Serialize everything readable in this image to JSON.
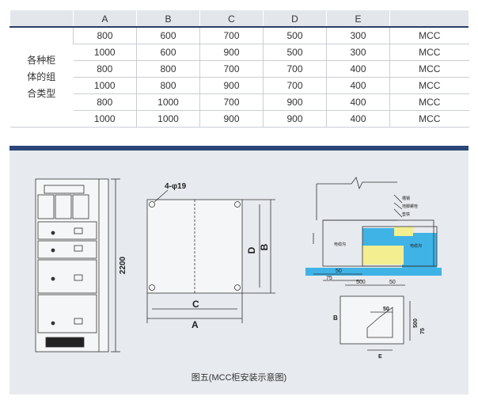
{
  "table": {
    "headers": [
      "",
      "A",
      "B",
      "C",
      "D",
      "E",
      ""
    ],
    "group_label_lines": [
      "各种柜",
      "体的组",
      "合类型"
    ],
    "rows": [
      [
        "800",
        "600",
        "700",
        "500",
        "300",
        "MCC"
      ],
      [
        "1000",
        "600",
        "900",
        "500",
        "300",
        "MCC"
      ],
      [
        "800",
        "800",
        "700",
        "700",
        "400",
        "MCC"
      ],
      [
        "1000",
        "800",
        "900",
        "700",
        "400",
        "MCC"
      ],
      [
        "800",
        "1000",
        "700",
        "900",
        "400",
        "MCC"
      ],
      [
        "1000",
        "1000",
        "900",
        "900",
        "400",
        "MCC"
      ]
    ]
  },
  "figure": {
    "caption": "图五(MCC柜安装示意图)",
    "front_view": {
      "height_label": "2200"
    },
    "base_view": {
      "hole_label": "4-φ19",
      "label_a": "A",
      "label_c": "C",
      "label_d": "D",
      "label_b": "B"
    },
    "section_view": {
      "dim_50_a": "50",
      "dim_75": "75",
      "dim_500": "500",
      "dim_50_b": "50",
      "tag_1": "槽钢",
      "tag_2": "地脚螺栓",
      "tag_3": "垫铁",
      "area_1": "电缆沟",
      "area_2": "电缆沟"
    },
    "detail_view": {
      "dim_50": "50",
      "dim_b": "B",
      "dim_500": "500",
      "dim_75": "75",
      "dim_e": "E"
    }
  },
  "colors": {
    "header_rule": "#2a3f66",
    "blue_bar": "#2b4677",
    "panel_bg": "#e7eaee",
    "cyan_fill": "#3fb3e6",
    "yellow_fill": "#f3ee8f"
  }
}
